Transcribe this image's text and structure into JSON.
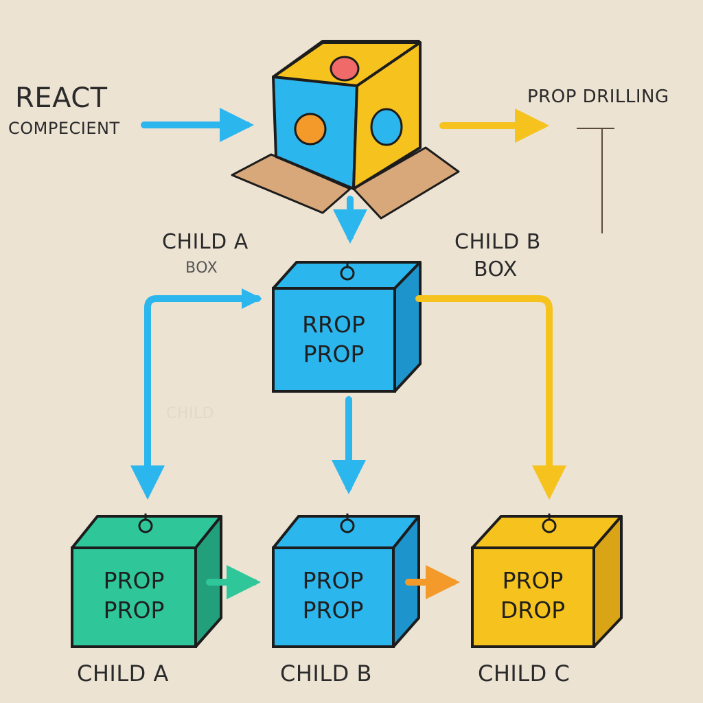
{
  "labels": {
    "react_line1": "REACT",
    "react_line2": "COMPECIENT",
    "prop_drilling": "PROP DRILLING",
    "child_a_box_line1": "CHILD A",
    "child_a_box_line2": "BOX",
    "child_b_box_line1": "CHILD B",
    "child_b_box_line2": "BOX",
    "ghost": "CHILD"
  },
  "boxes": {
    "middle": {
      "line1": "RROP",
      "line2": "PROP"
    },
    "child_a": {
      "line1": "PROP",
      "line2": "PROP",
      "caption": "CHILD A"
    },
    "child_b": {
      "line1": "PROP",
      "line2": "PROP",
      "caption": "CHILD B"
    },
    "child_c": {
      "line1": "PROP",
      "line2": "DROP",
      "caption": "CHILD C"
    }
  },
  "colors": {
    "background": "#ece3d3",
    "blue": "#2cb6ee",
    "yellow": "#f5c21e",
    "green": "#2fc79a",
    "orange": "#f39a2b",
    "red": "#f06a6a",
    "cardboard": "#d9a87a",
    "outline": "#1c1c1c"
  }
}
